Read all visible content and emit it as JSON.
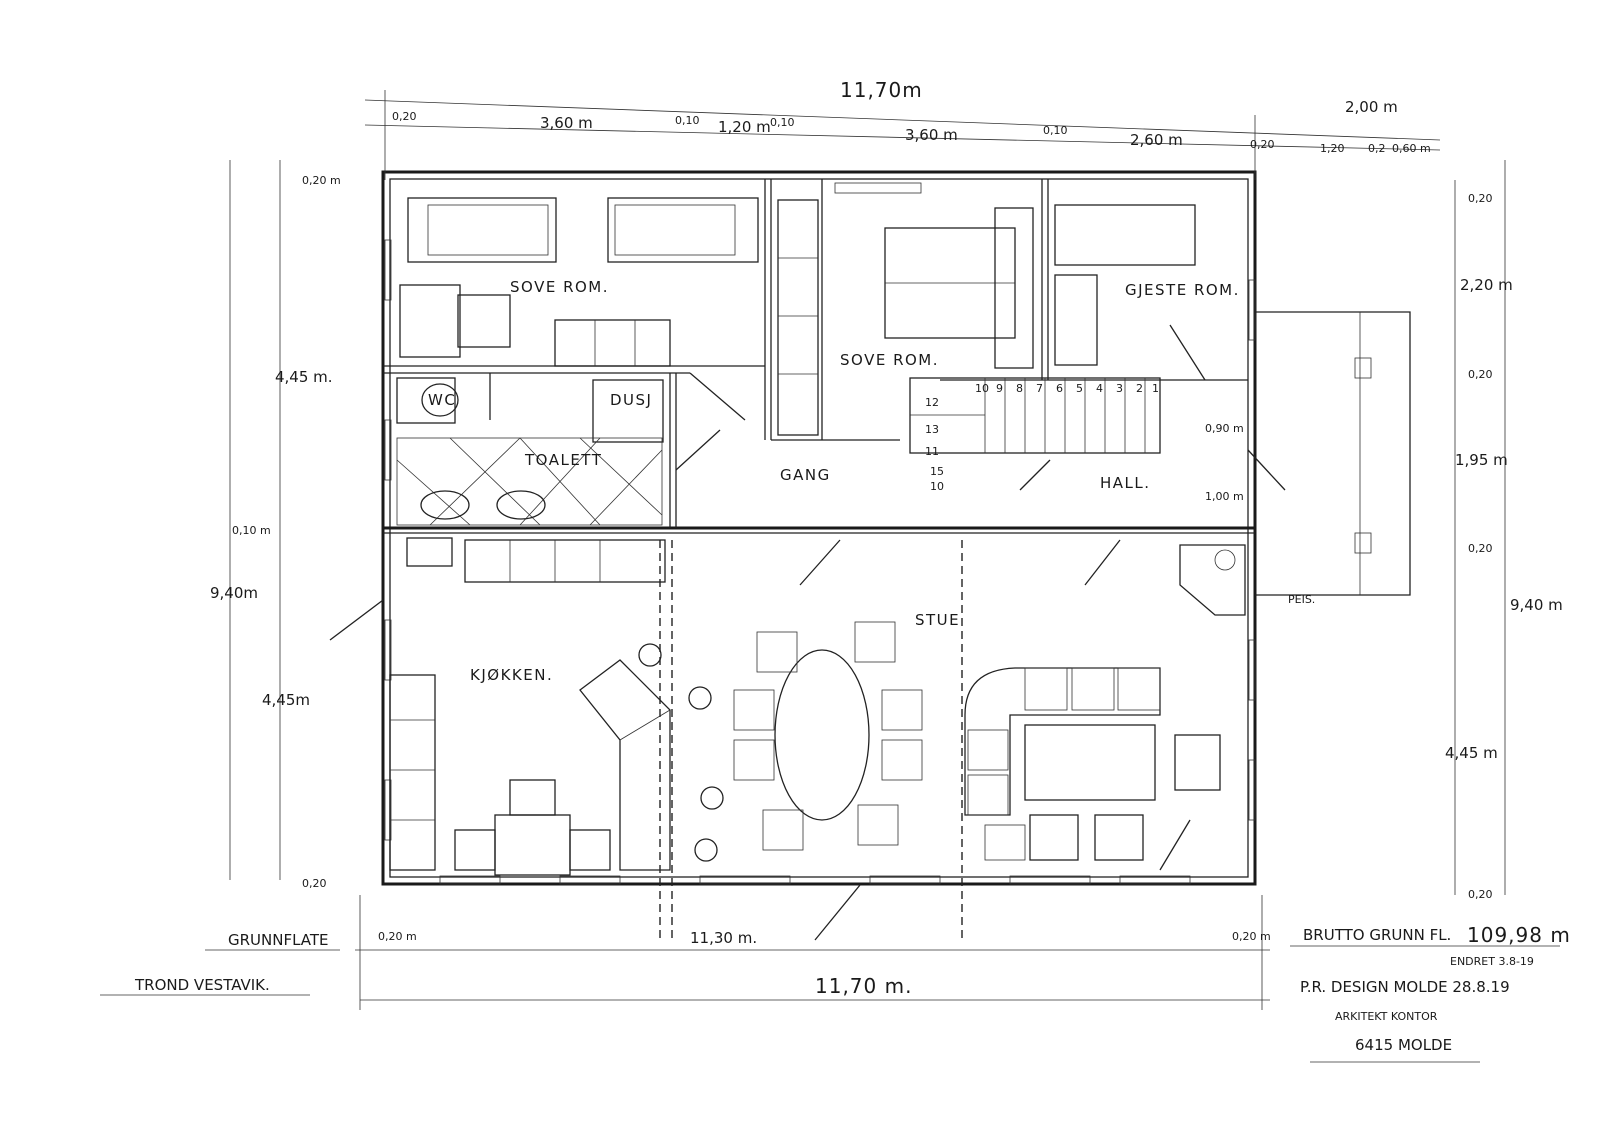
{
  "rooms": {
    "sove_rom_1": "SOVE ROM.",
    "sove_rom_2": "SOVE ROM.",
    "gjeste_rom": "GJESTE ROM.",
    "toalett": "TOALETT",
    "wc": "WC",
    "dusj": "DUSJ",
    "gang": "GANG",
    "hall": "HALL.",
    "stue": "STUE",
    "kjokken": "KJØKKEN.",
    "peis": "PEIS."
  },
  "dimensions": {
    "top_total": "11,70m",
    "top_1": "0,20",
    "top_2": "3,60 m",
    "top_3": "0,10",
    "top_4": "1,20 m",
    "top_5": "0,10",
    "top_6": "3,60 m",
    "top_7": "0,10",
    "top_8": "2,60 m",
    "top_9": "0,20",
    "top_right_total": "2,00 m",
    "top_right_1": "1,20",
    "top_right_2": "0,2",
    "top_right_3": "0,60 m",
    "left_top_wall": "0,20 m",
    "left_upper": "4,45 m.",
    "left_total": "9,40m",
    "left_mid_wall": "0,10 m",
    "left_lower": "4,45m",
    "left_bottom_wall": "0,20",
    "right_top_wall": "0,20",
    "right_1": "2,20 m",
    "right_2": "0,20",
    "right_3": "1,95 m",
    "right_4": "0,20",
    "right_total": "9,40 m",
    "right_lower": "4,45 m",
    "right_bottom_wall": "0,20",
    "door_1": "0,90 m",
    "door_2": "1,00 m",
    "bottom_left_wall": "0,20 m",
    "bottom_inner": "11,30 m.",
    "bottom_right_wall": "0,20 m",
    "bottom_total": "11,70 m."
  },
  "stair_steps": [
    "10",
    "9",
    "8",
    "7",
    "6",
    "5",
    "4",
    "3",
    "2",
    "1",
    "12",
    "13",
    "11",
    "15",
    "10"
  ],
  "title_block": {
    "plan_name": "GRUNNFLATE",
    "owner": "TROND VESTAVIK.",
    "area_label": "BRUTTO GRUNN FL.",
    "area_value": "109,98 m",
    "revised": "ENDRET 3.8-19",
    "designer": "P.R. DESIGN   MOLDE  28.8.19",
    "office_line1": "ARKITEKT KONTOR",
    "office_line2": "6415 MOLDE"
  }
}
